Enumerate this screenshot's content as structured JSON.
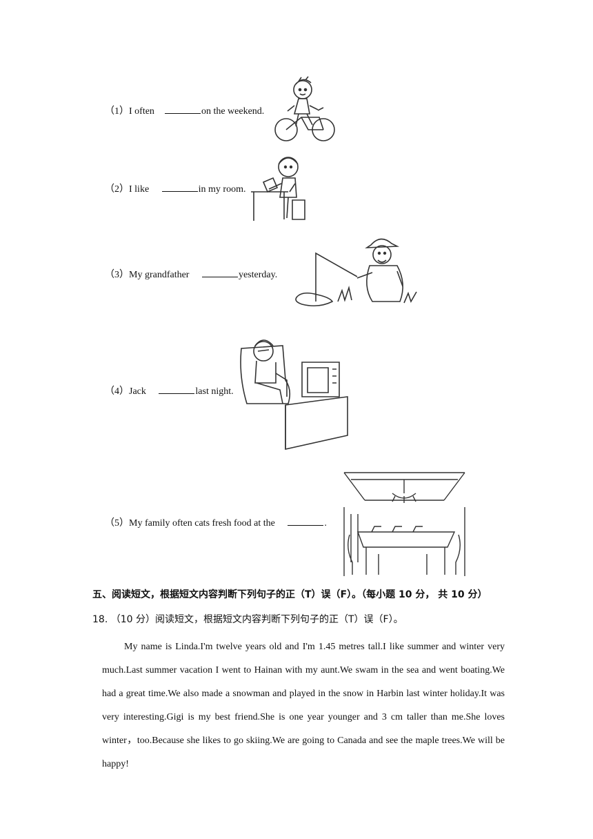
{
  "items": [
    {
      "num": "（1）",
      "before": "I often",
      "after": "on the weekend."
    },
    {
      "num": "（2）",
      "before": "I like",
      "after": "in my room."
    },
    {
      "num": "（3）",
      "before": "My grandfather",
      "after": "yesterday."
    },
    {
      "num": "（4）",
      "before": "Jack",
      "after": "last night."
    },
    {
      "num": "（5）",
      "before": "My family often cats fresh food at the",
      "after": "."
    }
  ],
  "section": {
    "title": "五、阅读短文，根据短文内容判断下列句子的正（T）误（F）。（每小题 10 分， 共 10 分）"
  },
  "question": {
    "number": "18.",
    "text": "（10 分）阅读短文，根据短文内容判断下列句子的正（T）误（F）。"
  },
  "passage": "My name is Linda.I'm twelve years old and I'm 1.45 metres tall.I like summer and winter very much.Last summer vacation I went to Hainan with my aunt.We swam in the sea and went boating.We had a great time.We also made a snowman and played in the snow in Harbin last winter holiday.It was very interesting.Gigi is my best friend.She is one year younger and 3 cm taller than me.She loves winter，too.Because she likes to go skiing.We are going to Canada and see the maple trees.We will be happy!"
}
